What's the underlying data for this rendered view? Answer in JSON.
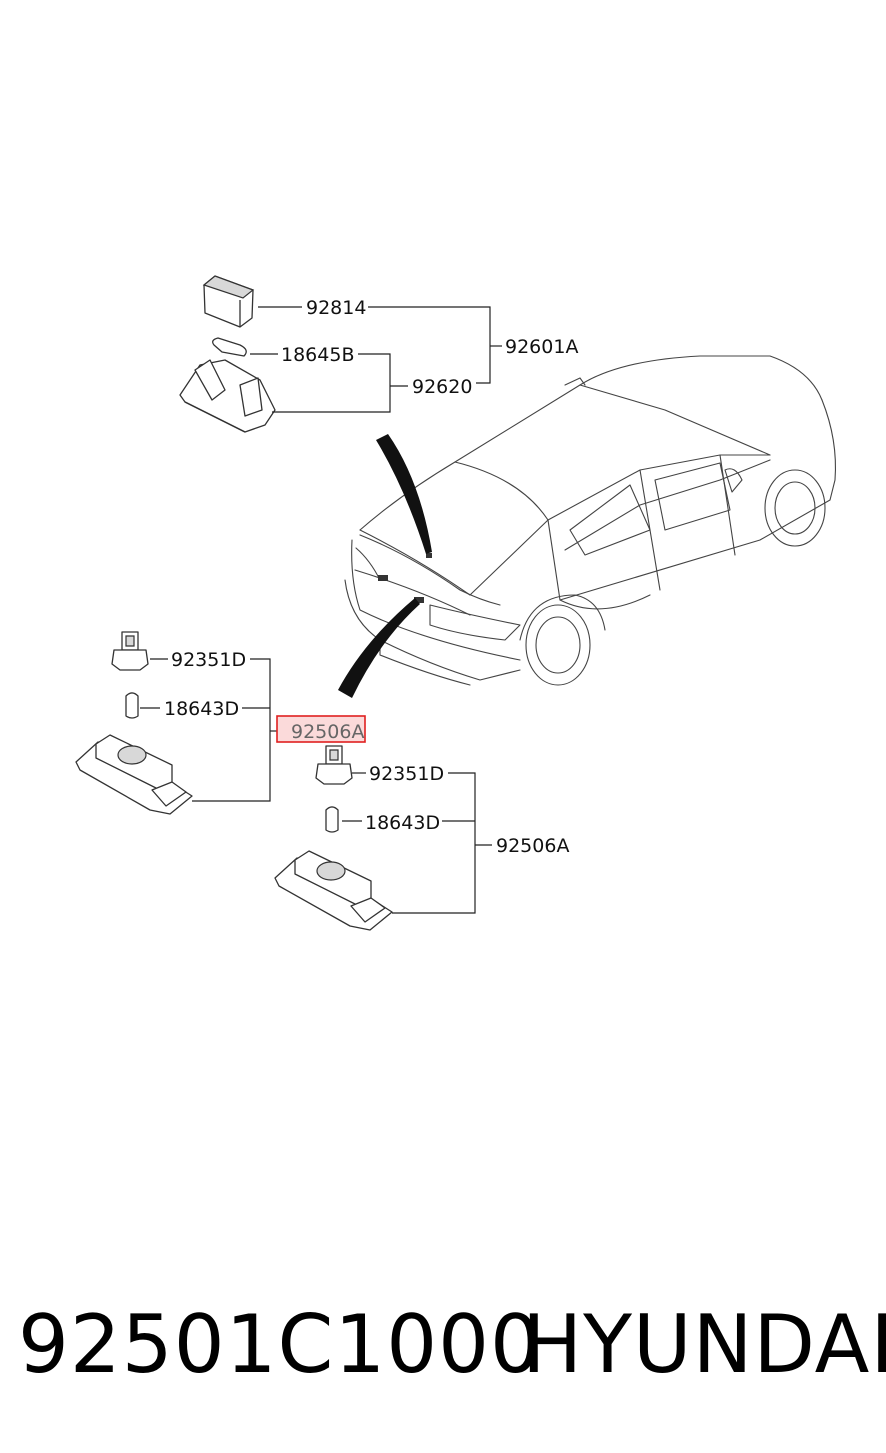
{
  "labels": {
    "p92814": "92814",
    "p18645B": "18645B",
    "p92620": "92620",
    "p92601A": "92601A",
    "p92351D_left": "92351D",
    "p18643D_left": "18643D",
    "p92506A_highlight": "92506A",
    "p92351D_right": "92351D",
    "p18643D_right": "18643D",
    "p92506A_right": "92506A"
  },
  "footer": {
    "part_number": "92501C1000",
    "brand": "HYUNDAI"
  },
  "colors": {
    "highlight_border": "#e02020",
    "highlight_fill": "#fbdada"
  }
}
